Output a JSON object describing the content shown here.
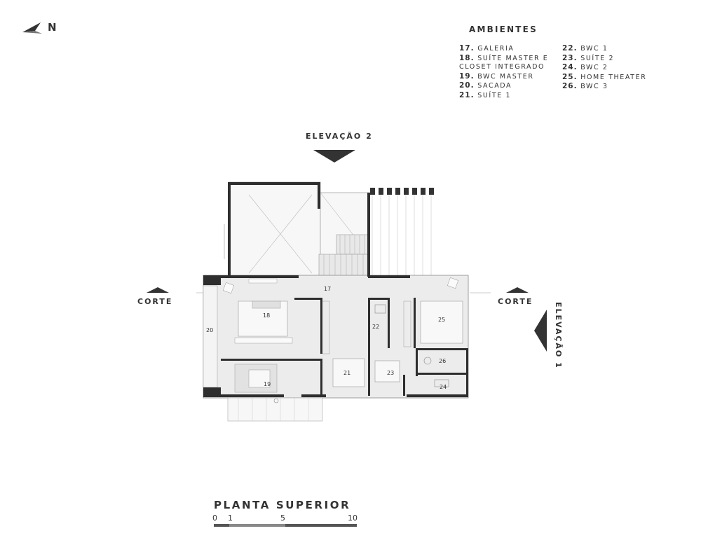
{
  "north": {
    "letter": "N",
    "icon": "north-arrow-icon"
  },
  "legend": {
    "title": "AMBIENTES",
    "col1": [
      {
        "num": "17.",
        "label": "GALERIA"
      },
      {
        "num": "18.",
        "label": "SUÍTE MASTER E"
      },
      {
        "num": "",
        "label": "CLOSET INTEGRADO"
      },
      {
        "num": "19.",
        "label": "BWC MASTER"
      },
      {
        "num": "20.",
        "label": "SACADA"
      },
      {
        "num": "21.",
        "label": "SUÍTE 1"
      }
    ],
    "col2": [
      {
        "num": "22.",
        "label": "BWC 1"
      },
      {
        "num": "23.",
        "label": "SUÍTE 2"
      },
      {
        "num": "24.",
        "label": "BWC 2"
      },
      {
        "num": "25.",
        "label": "HOME THEATER"
      },
      {
        "num": "26.",
        "label": "BWC 3"
      }
    ]
  },
  "labels": {
    "elevacao2": "ELEVAÇÃO 2",
    "elevacao1": "ELEVAÇÃO 1",
    "corte_left": "CORTE",
    "corte_right": "CORTE"
  },
  "rooms": {
    "r17": "17",
    "r18": "18",
    "r19": "19",
    "r20": "20",
    "r21": "21",
    "r22": "22",
    "r23": "23",
    "r24": "24",
    "r25": "25",
    "r26": "26"
  },
  "title": "PLANTA SUPERIOR",
  "scale": {
    "t0": "0",
    "t1": "1",
    "t5": "5",
    "t10": "10"
  },
  "colors": {
    "wall": "#2e2e2e",
    "floor": "#ececec",
    "line": "#9a9a9a"
  }
}
